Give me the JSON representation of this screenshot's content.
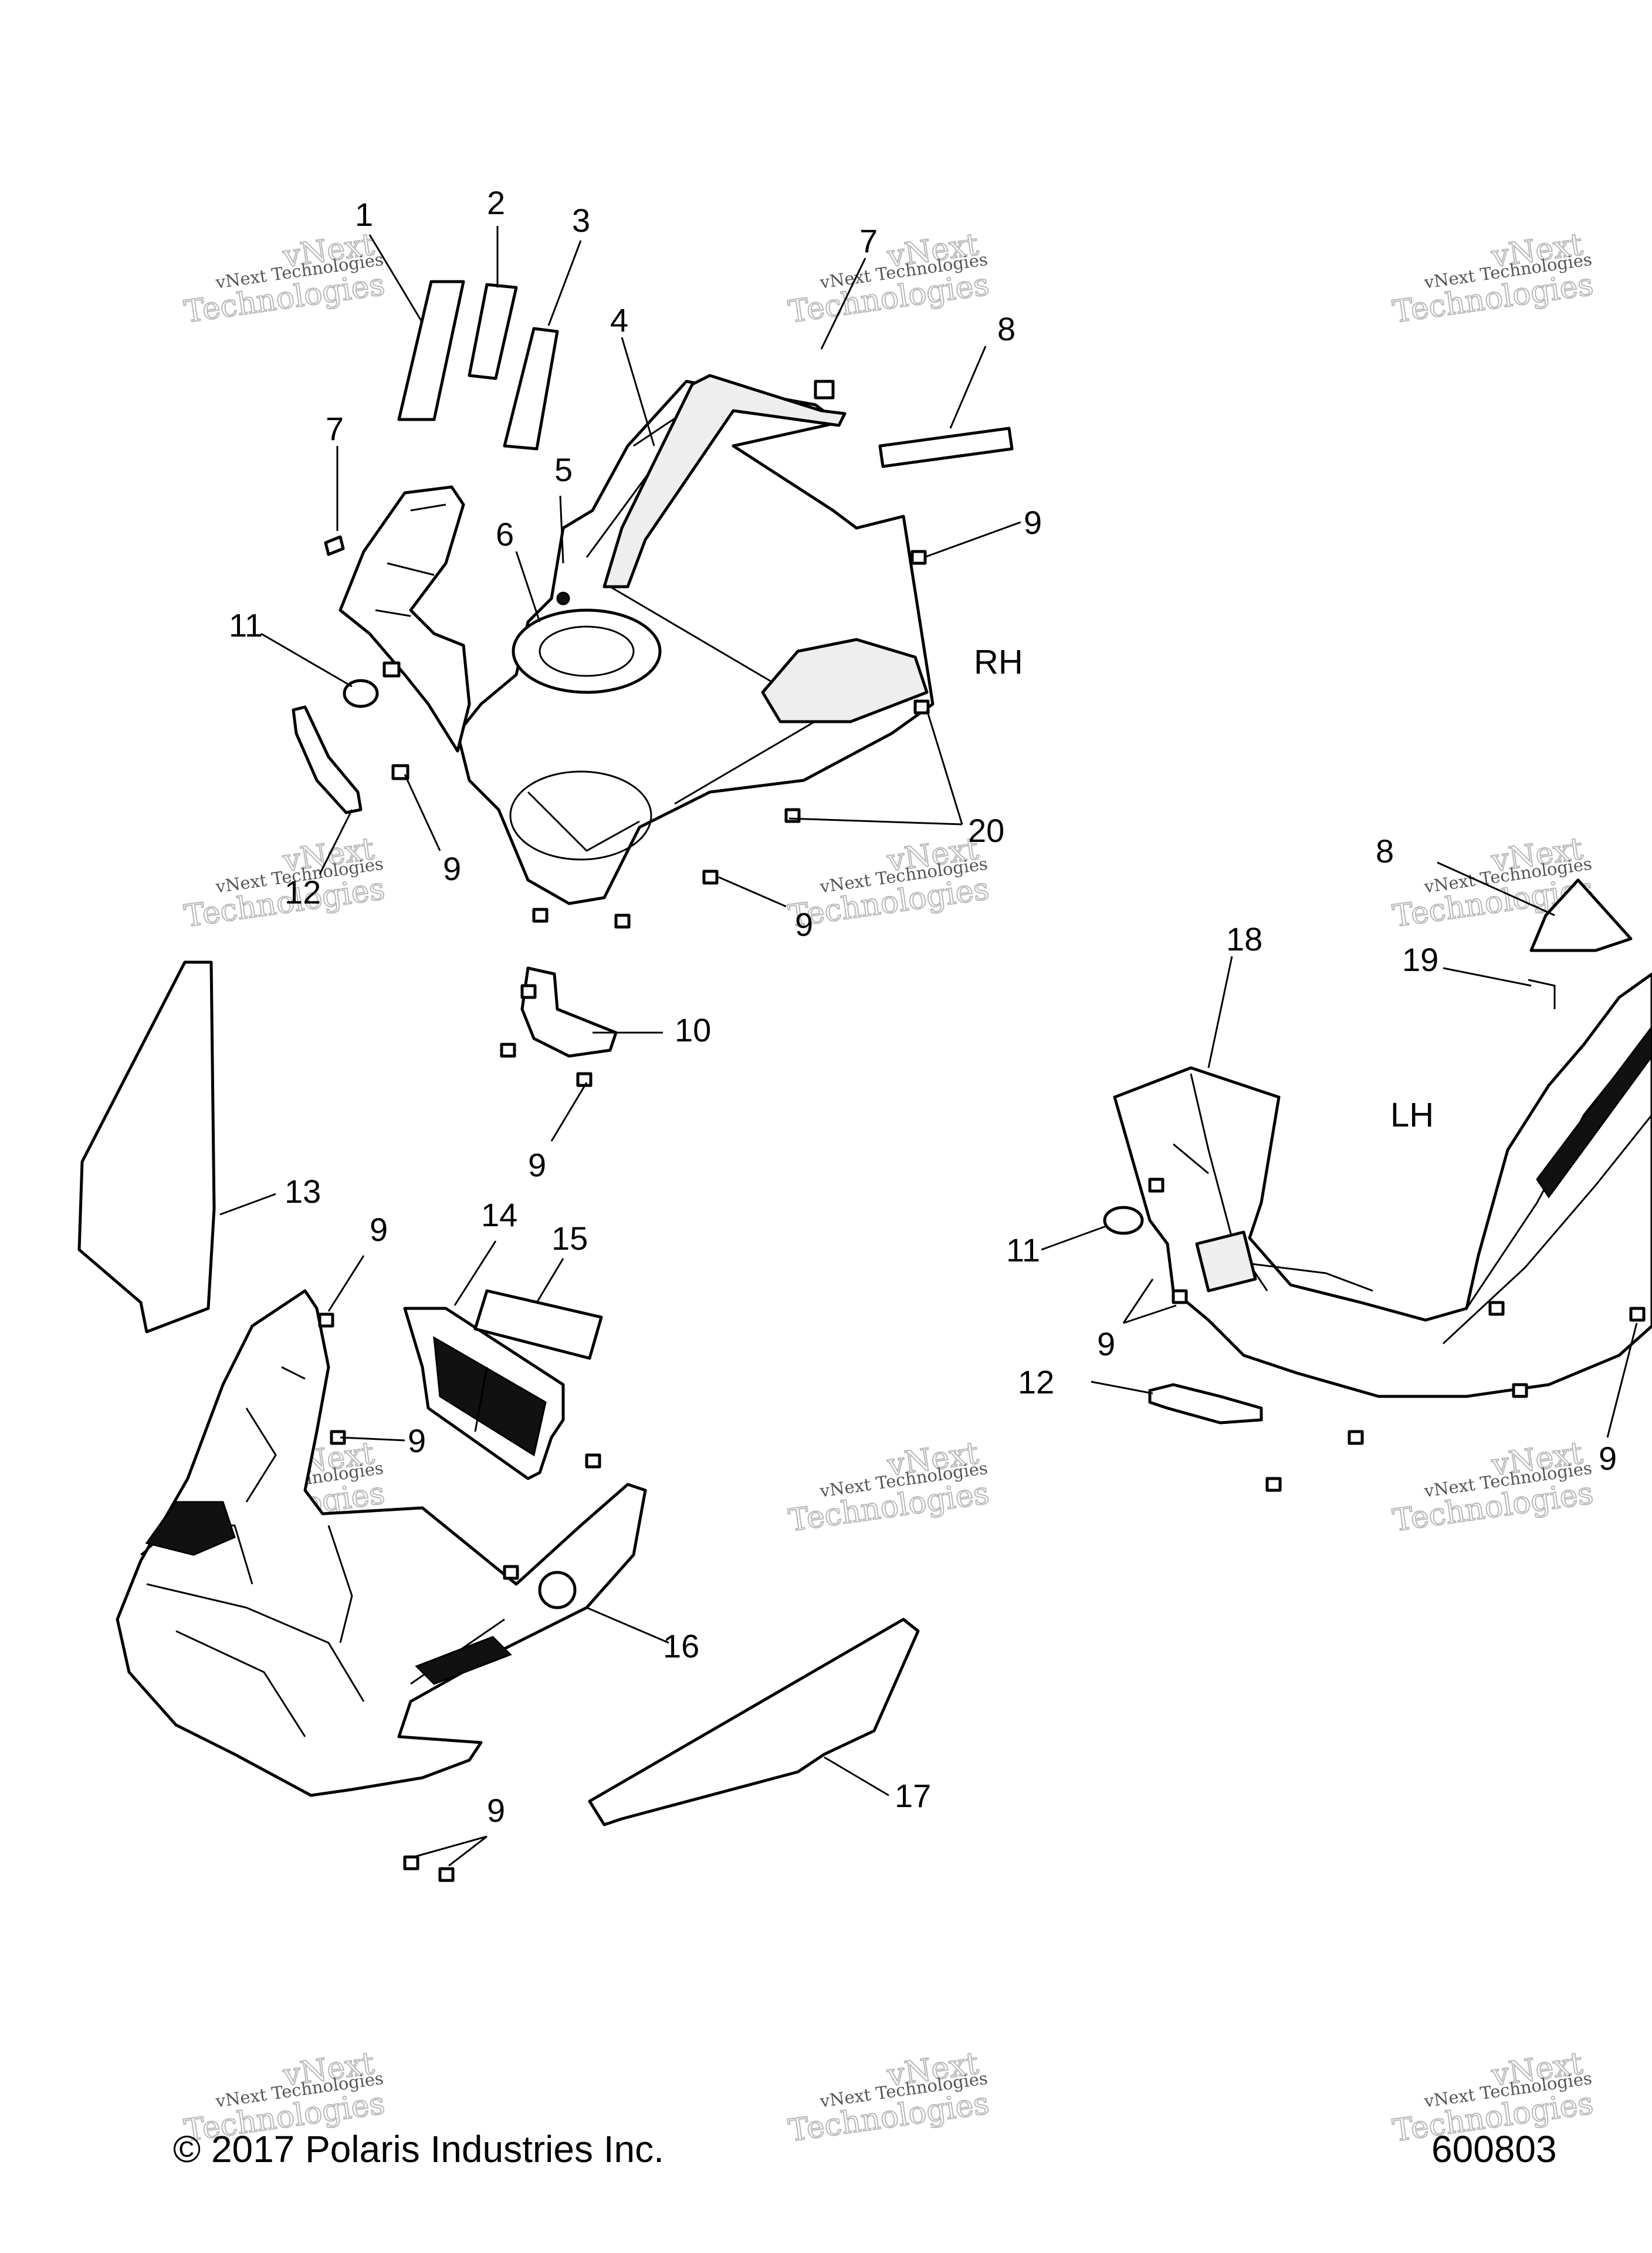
{
  "watermark": {
    "line1": "vNext Technologies",
    "line2": "vNext",
    "line3": "Technologies"
  },
  "labels": {
    "side_rh": "RH",
    "side_lh": "LH"
  },
  "callouts": [
    "1",
    "2",
    "3",
    "4",
    "5",
    "6",
    "7",
    "7",
    "8",
    "8",
    "9",
    "9",
    "9",
    "9",
    "9",
    "9",
    "9",
    "9",
    "9",
    "10",
    "11",
    "11",
    "12",
    "12",
    "13",
    "14",
    "15",
    "16",
    "17",
    "18",
    "19",
    "20"
  ],
  "footer": {
    "copyright": "© 2017 Polaris Industries Inc.",
    "drawing_number": "600803"
  }
}
